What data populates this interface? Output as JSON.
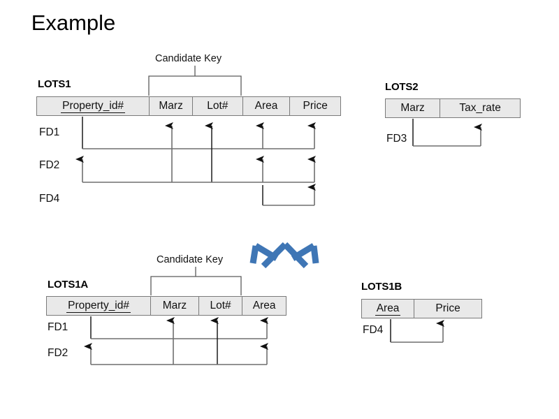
{
  "slide": {
    "title": "Example",
    "candidate_key_caption": "Candidate Key"
  },
  "relations": [
    {
      "id": "lots1",
      "name": "LOTS1",
      "attributes": [
        {
          "label": "Property_id#",
          "is_key": true
        },
        {
          "label": "Marz",
          "is_key": false
        },
        {
          "label": "Lot#",
          "is_key": false
        },
        {
          "label": "Area",
          "is_key": false
        },
        {
          "label": "Price",
          "is_key": false
        }
      ],
      "candidate_key": [
        "Marz",
        "Lot#"
      ],
      "dependencies": [
        {
          "label": "FD1",
          "determinant": [
            "Property_id#"
          ],
          "dependent": [
            "Marz",
            "Lot#",
            "Area",
            "Price"
          ]
        },
        {
          "label": "FD2",
          "determinant": [
            "Marz",
            "Lot#"
          ],
          "dependent": [
            "Property_id#",
            "Area",
            "Price"
          ]
        },
        {
          "label": "FD4",
          "determinant": [
            "Area"
          ],
          "dependent": [
            "Price"
          ]
        }
      ]
    },
    {
      "id": "lots2",
      "name": "LOTS2",
      "attributes": [
        {
          "label": "Marz",
          "is_key": false
        },
        {
          "label": "Tax_rate",
          "is_key": false
        }
      ],
      "candidate_key": [],
      "dependencies": [
        {
          "label": "FD3",
          "determinant": [
            "Marz"
          ],
          "dependent": [
            "Tax_rate"
          ]
        }
      ]
    },
    {
      "id": "lots1a",
      "name": "LOTS1A",
      "attributes": [
        {
          "label": "Property_id#",
          "is_key": true
        },
        {
          "label": "Marz",
          "is_key": false
        },
        {
          "label": "Lot#",
          "is_key": false
        },
        {
          "label": "Area",
          "is_key": false
        }
      ],
      "candidate_key": [
        "Marz",
        "Lot#"
      ],
      "dependencies": [
        {
          "label": "FD1",
          "determinant": [
            "Property_id#"
          ],
          "dependent": [
            "Marz",
            "Lot#",
            "Area"
          ]
        },
        {
          "label": "FD2",
          "determinant": [
            "Marz",
            "Lot#"
          ],
          "dependent": [
            "Property_id#",
            "Area"
          ]
        }
      ]
    },
    {
      "id": "lots1b",
      "name": "LOTS1B",
      "attributes": [
        {
          "label": "Area",
          "is_key": true
        },
        {
          "label": "Price",
          "is_key": false
        }
      ],
      "candidate_key": [],
      "dependencies": [
        {
          "label": "FD4",
          "determinant": [
            "Area"
          ],
          "dependent": [
            "Price"
          ]
        }
      ]
    }
  ],
  "decomposition_arrow": {
    "name": "split-arrow",
    "color": "#3f76b5",
    "meaning": "LOTS1 decomposes into LOTS1A and LOTS1B"
  },
  "colors": {
    "table_fill": "#e9e9e9",
    "table_border": "#7a7a7a",
    "connector": "#6f6f6f",
    "arrowhead": "#111111",
    "accent_blue": "#3f76b5",
    "background": "#ffffff"
  }
}
